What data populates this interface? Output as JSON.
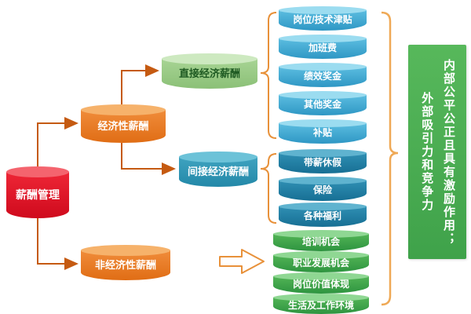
{
  "nodes": {
    "root": {
      "label": "薪酬管理"
    },
    "economic": {
      "label": "经济性薪酬"
    },
    "non_economic": {
      "label": "非经济性薪酬"
    },
    "direct": {
      "label": "直接经济薪酬"
    },
    "indirect": {
      "label": "间接经济薪酬"
    }
  },
  "direct_items": [
    "岗位/技术津贴",
    "加班费",
    "绩效奖金",
    "其他奖金",
    "补贴"
  ],
  "indirect_items": [
    "带薪休假",
    "保险",
    "各种福利"
  ],
  "non_economic_items": [
    "培训机会",
    "职业发展机会",
    "岗位价值体现",
    "生活及工作环境"
  ],
  "goal": {
    "line1": "内部公平公正且具有激励作用；",
    "line2": "外部吸引力和竞争力"
  },
  "colors": {
    "root_node": "#e32636",
    "economic_nodes": "#ed7d31",
    "direct_node": "#9cc98b",
    "indirect_node": "#2e97b7",
    "direct_items": "#3ba3cc",
    "indirect_items": "#1f7fa6",
    "non_economic_items": "#3da44a",
    "goal_box": "#4cae50",
    "arrows": "#c55a11",
    "braces": "#e8913a"
  }
}
